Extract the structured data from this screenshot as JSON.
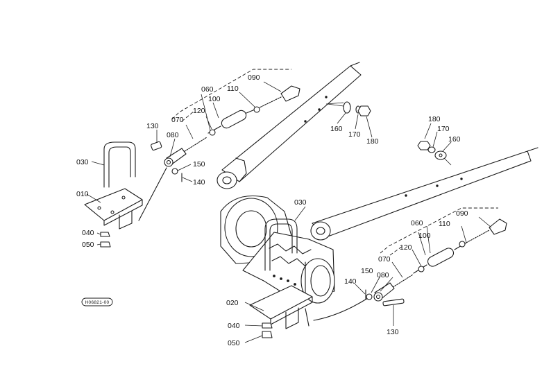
{
  "diagram": {
    "code_label": "H06821-00",
    "labels": {
      "l010": "010",
      "l020": "020",
      "l030a": "030",
      "l030b": "030",
      "l040a": "040",
      "l040b": "040",
      "l050a": "050",
      "l050b": "050",
      "l060a": "060",
      "l060b": "060",
      "l070a": "070",
      "l070b": "070",
      "l080a": "080",
      "l080b": "080",
      "l090a": "090",
      "l090b": "090",
      "l100a": "100",
      "l100b": "100",
      "l110a": "110",
      "l110b": "110",
      "l120a": "120",
      "l120b": "120",
      "l130a": "130",
      "l130b": "130",
      "l140a": "140",
      "l140b": "140",
      "l150a": "150",
      "l150b": "150",
      "l160a": "160",
      "l160b": "160",
      "l170a": "170",
      "l170b": "170",
      "l180a": "180",
      "l180b": "180"
    }
  }
}
